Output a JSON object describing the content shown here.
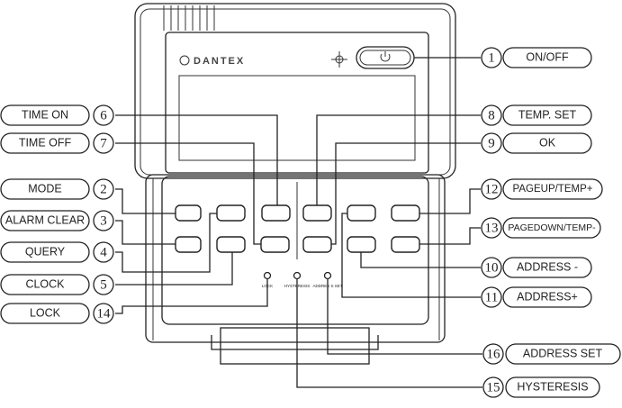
{
  "device": {
    "brand": "DANTEX",
    "led_labels": [
      "LOCK",
      "HYSTERESIS",
      "ADDRES S SET"
    ]
  },
  "left_callouts": [
    {
      "num": "6",
      "label": "TIME ON"
    },
    {
      "num": "7",
      "label": "TIME OFF"
    },
    {
      "num": "2",
      "label": "MODE"
    },
    {
      "num": "3",
      "label": "ALARM CLEAR"
    },
    {
      "num": "4",
      "label": "QUERY"
    },
    {
      "num": "5",
      "label": "CLOCK"
    },
    {
      "num": "14",
      "label": "LOCK"
    }
  ],
  "right_callouts": [
    {
      "num": "1",
      "label": "ON/OFF"
    },
    {
      "num": "8",
      "label": "TEMP. SET"
    },
    {
      "num": "9",
      "label": "OK"
    },
    {
      "num": "12",
      "label": "PAGEUP/TEMP+"
    },
    {
      "num": "13",
      "label": "PAGEDOWN/TEMP-"
    },
    {
      "num": "10",
      "label": "ADDRESS -"
    },
    {
      "num": "11",
      "label": "ADDRESS+"
    },
    {
      "num": "16",
      "label": "ADDRESS SET"
    },
    {
      "num": "15",
      "label": "HYSTERESIS"
    }
  ]
}
